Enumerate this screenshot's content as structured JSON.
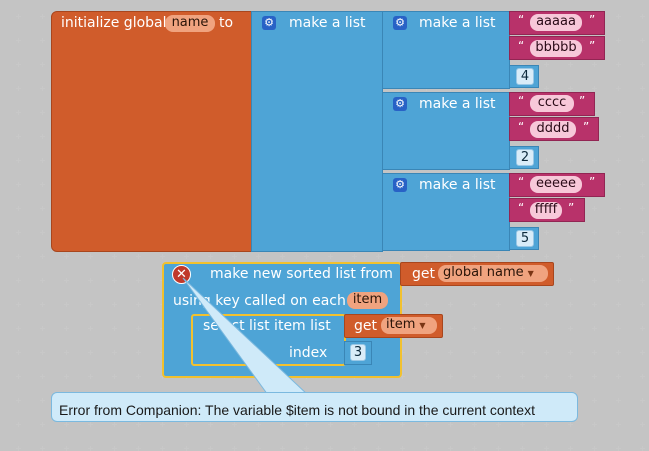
{
  "init_block": {
    "label": "initialize global",
    "var_name": "name",
    "to_label": "to"
  },
  "make_list_label": "make a list",
  "inner_lists": [
    {
      "items": [
        "aaaaa",
        "bbbbb"
      ],
      "number": "4"
    },
    {
      "items": [
        "cccc",
        "dddd"
      ],
      "number": "2"
    },
    {
      "items": [
        "eeeee",
        "fffff"
      ],
      "number": "5"
    }
  ],
  "sort_block": {
    "label": "make new sorted list from",
    "get_label": "get",
    "get_var": "global name",
    "using_key_label": "using key called on each",
    "key_var": "item",
    "select_label": "select list item  list",
    "get_item_label": "get",
    "get_item_var": "item",
    "index_label": "index",
    "index_value": "3"
  },
  "error_tooltip": {
    "message": "Error from Companion: The variable $item is not bound in the current context"
  },
  "colors": {
    "variable_orange": "#d05c2b",
    "list_blue": "#4ea4d6",
    "text_magenta": "#b8326a",
    "error_red": "#c0392b",
    "highlight_yellow": "#f2c12e"
  }
}
